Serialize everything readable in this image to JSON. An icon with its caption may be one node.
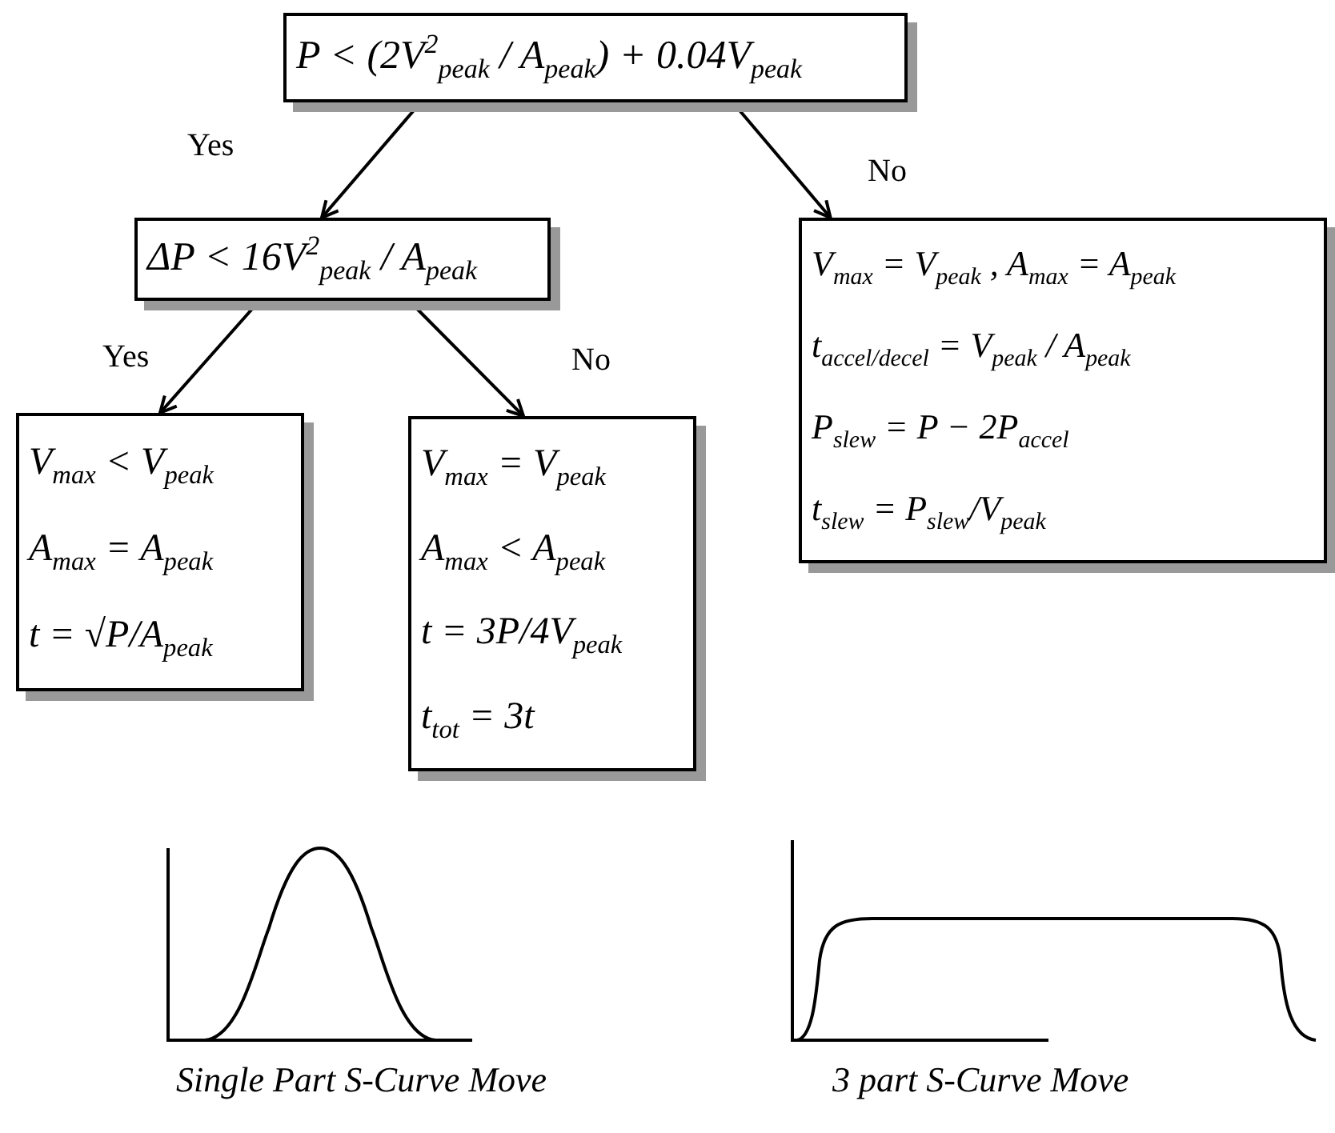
{
  "diagram": {
    "nodes": [
      {
        "text": [
          "P < (2V$^{2}$$_{peak}$ / A$_{peak}$) + 0.04V$_{peak}$"
        ]
      },
      {
        "text": [
          "ΔP < 16V$^{2}$$_{peak}$ / A$_{peak}$"
        ]
      },
      {
        "text": [
          "V$_{max}$ = V$_{peak}$ , A$_{max}$ = A$_{peak}$",
          "t$_{accel/decel}$ = V$_{peak}$ / A$_{peak}$",
          "P$_{slew}$ = P − 2P$_{accel}$",
          "t$_{slew}$ = P$_{slew}$/V$_{peak}$"
        ]
      },
      {
        "text": [
          "V$_{max}$ < V$_{peak}$",
          "A$_{max}$ = A$_{peak}$",
          "t = √P/A$_{peak}$"
        ]
      },
      {
        "text": [
          "V$_{max}$ = V$_{peak}$",
          "A$_{max}$ < A$_{peak}$",
          "t = 3P/4V$_{peak}$",
          "t$_{tot}$ = 3t"
        ]
      }
    ],
    "edges": [
      {
        "from": 0,
        "to": 1,
        "arrow": "to",
        "label": "Yes"
      },
      {
        "from": 0,
        "to": 2,
        "arrow": "to",
        "label": "No"
      },
      {
        "from": 1,
        "to": 3,
        "arrow": "to",
        "label": "Yes"
      },
      {
        "from": 1,
        "to": 4,
        "arrow": "to",
        "label": "No"
      }
    ],
    "labels": [
      "Single Part S-Curve Move",
      "3 part S-Curve Move"
    ]
  }
}
